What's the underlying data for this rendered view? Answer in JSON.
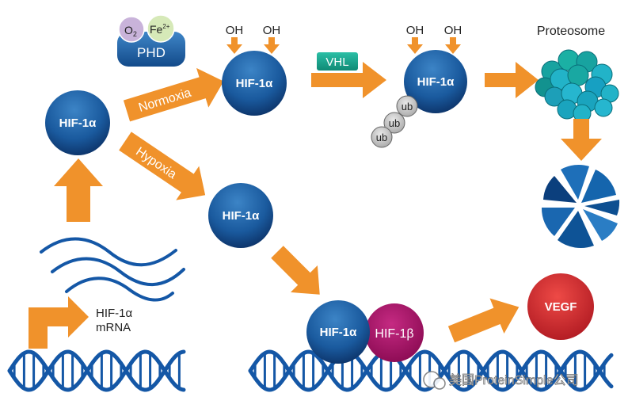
{
  "molecules": {
    "hif1a_main": "HIF-1α",
    "hif1a_normoxia": "HIF-1α",
    "hif1a_vhl": "HIF-1α",
    "hif1a_hypoxia": "HIF-1α",
    "hif1a_dna": "HIF-1α",
    "hif1b": "HIF-1β",
    "vegf": "VEGF"
  },
  "phd": {
    "label": "PHD",
    "o2": "O",
    "o2_sub": "2",
    "fe": "Fe",
    "fe_sup": "2+"
  },
  "hydroxyl": {
    "label": "OH"
  },
  "vhl": {
    "label": "VHL"
  },
  "ubiquitin": {
    "label": "ub"
  },
  "proteosome": {
    "label": "Proteosome"
  },
  "pathways": {
    "normoxia": "Normoxia",
    "hypoxia": "Hypoxia"
  },
  "mrna": {
    "line1": "HIF-1α",
    "line2": "mRNA"
  },
  "watermark": {
    "text": "美国ProteinSimple公司"
  },
  "colors": {
    "orange": "#f0922b",
    "blue_dark": "#0b2f63",
    "blue_light": "#3a7ec0",
    "teal": "#1aa48f",
    "red": "#e0292e",
    "magenta": "#b0106a",
    "dna_blue": "#1457a6"
  }
}
